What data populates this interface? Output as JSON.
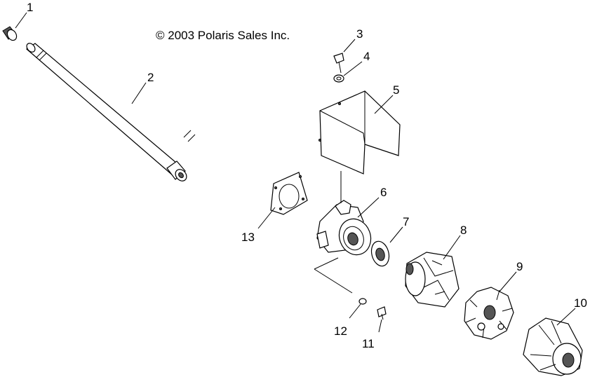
{
  "copyright": "© 2003 Polaris Sales Inc.",
  "callouts": [
    {
      "id": "1",
      "text": "1"
    },
    {
      "id": "2",
      "text": "2"
    },
    {
      "id": "3",
      "text": "3"
    },
    {
      "id": "4",
      "text": "4"
    },
    {
      "id": "5",
      "text": "5"
    },
    {
      "id": "6",
      "text": "6"
    },
    {
      "id": "7",
      "text": "7"
    },
    {
      "id": "8",
      "text": "8"
    },
    {
      "id": "9",
      "text": "9"
    },
    {
      "id": "10",
      "text": "10"
    },
    {
      "id": "11",
      "text": "11"
    },
    {
      "id": "12",
      "text": "12"
    },
    {
      "id": "13",
      "text": "13"
    }
  ]
}
